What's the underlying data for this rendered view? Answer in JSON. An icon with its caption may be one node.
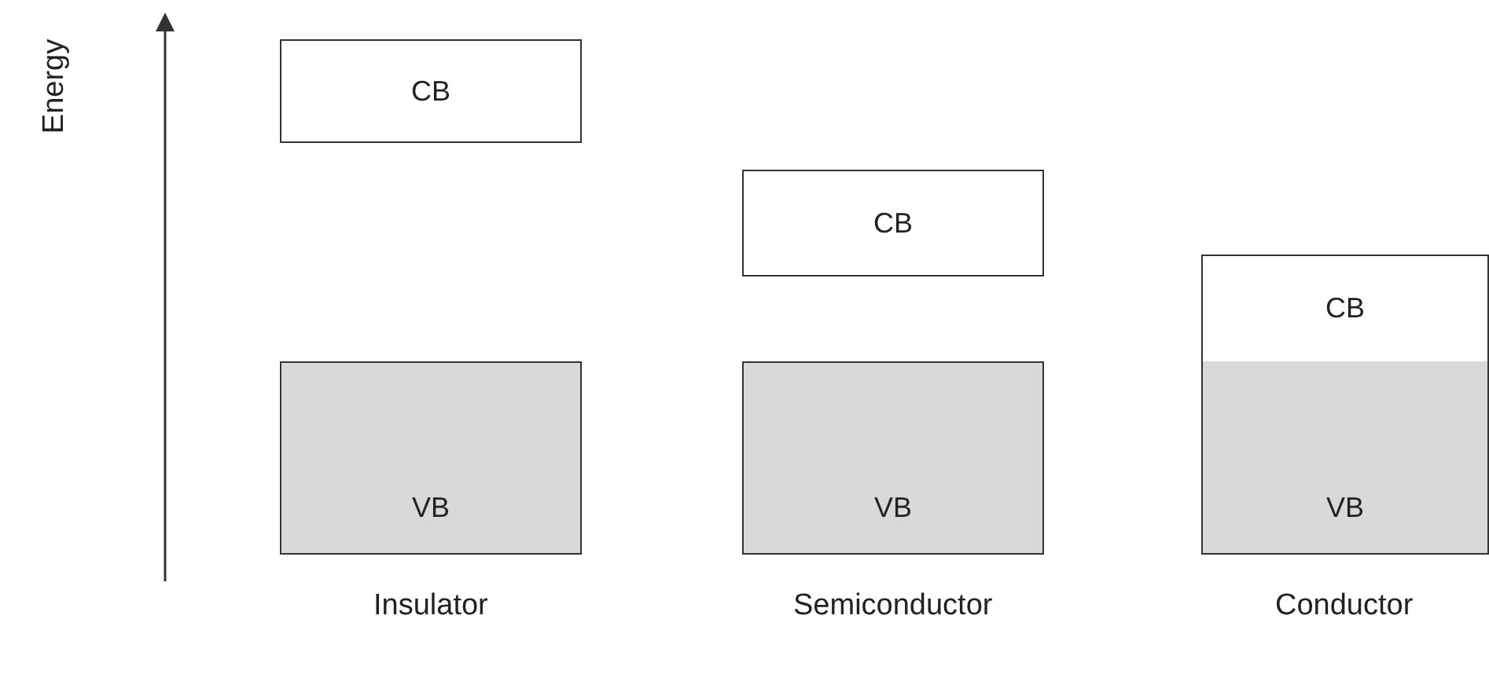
{
  "diagram": {
    "nodes": [
      {
        "text": [
          "CB"
        ]
      },
      {
        "text": [
          "VB"
        ]
      },
      {
        "text": [
          "CB"
        ]
      },
      {
        "text": [
          "VB"
        ]
      },
      {
        "text": [
          "CB"
        ]
      },
      {
        "text": [
          "VB"
        ]
      }
    ],
    "labels": [
      "Energy",
      "Insulator",
      "Semiconductor",
      "Conductor"
    ]
  }
}
